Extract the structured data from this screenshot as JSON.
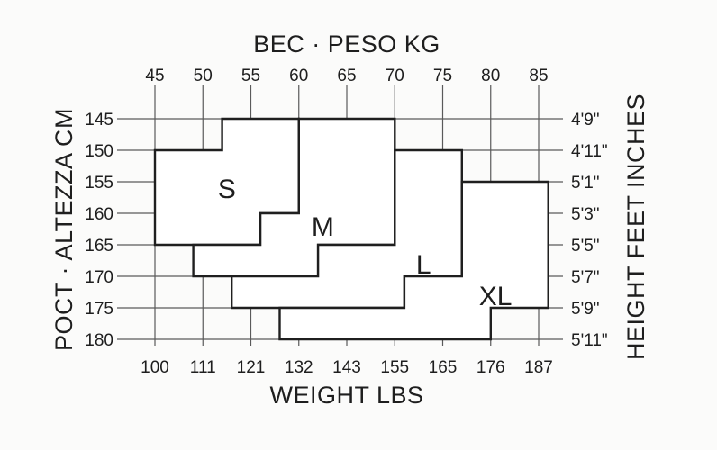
{
  "chart_data": {
    "type": "size-chart",
    "top_axis_title": "BEC · PESO KG",
    "bottom_axis_title": "WEIGHT LBS",
    "left_axis_title": "POCT · ALTEZZA CM",
    "right_axis_title": "HEIGHT FEET INCHES",
    "kg_ticks": [
      45,
      50,
      55,
      60,
      65,
      70,
      75,
      80,
      85
    ],
    "lbs_ticks": [
      "100",
      "111",
      "121",
      "132",
      "143",
      "155",
      "165",
      "176",
      "187"
    ],
    "cm_ticks": [
      145,
      150,
      155,
      160,
      165,
      170,
      175,
      180
    ],
    "ft_ticks": [
      "4'9\"",
      "4'11\"",
      "5'1\"",
      "5'3\"",
      "5'5\"",
      "5'7\"",
      "5'9\"",
      "5'11\""
    ],
    "xlim_kg": [
      45,
      85
    ],
    "ylim_cm": [
      145,
      180
    ],
    "sizes": [
      {
        "name": "S",
        "label_at": {
          "kg": 52.5,
          "cm": 156
        },
        "outline": [
          [
            45,
            150
          ],
          [
            52,
            150
          ],
          [
            52,
            145
          ],
          [
            60,
            145
          ],
          [
            60,
            160
          ],
          [
            56,
            160
          ],
          [
            56,
            165
          ],
          [
            45,
            165
          ]
        ]
      },
      {
        "name": "M",
        "label_at": {
          "kg": 62.5,
          "cm": 162
        },
        "outline": [
          [
            60,
            145
          ],
          [
            70,
            145
          ],
          [
            70,
            165
          ],
          [
            62,
            165
          ],
          [
            62,
            170
          ],
          [
            49,
            170
          ],
          [
            49,
            165
          ],
          [
            56,
            165
          ],
          [
            56,
            160
          ],
          [
            60,
            160
          ]
        ]
      },
      {
        "name": "L",
        "label_at": {
          "kg": 73,
          "cm": 168
        },
        "outline": [
          [
            70,
            150
          ],
          [
            77,
            150
          ],
          [
            77,
            170
          ],
          [
            71,
            170
          ],
          [
            71,
            175
          ],
          [
            53,
            175
          ],
          [
            53,
            170
          ],
          [
            62,
            170
          ],
          [
            62,
            165
          ],
          [
            70,
            165
          ]
        ]
      },
      {
        "name": "XL",
        "label_at": {
          "kg": 80.5,
          "cm": 173
        },
        "outline": [
          [
            77,
            155
          ],
          [
            86,
            155
          ],
          [
            86,
            175
          ],
          [
            80,
            175
          ],
          [
            80,
            180
          ],
          [
            58,
            180
          ],
          [
            58,
            175
          ],
          [
            71,
            175
          ],
          [
            71,
            170
          ],
          [
            77,
            170
          ]
        ]
      }
    ]
  }
}
